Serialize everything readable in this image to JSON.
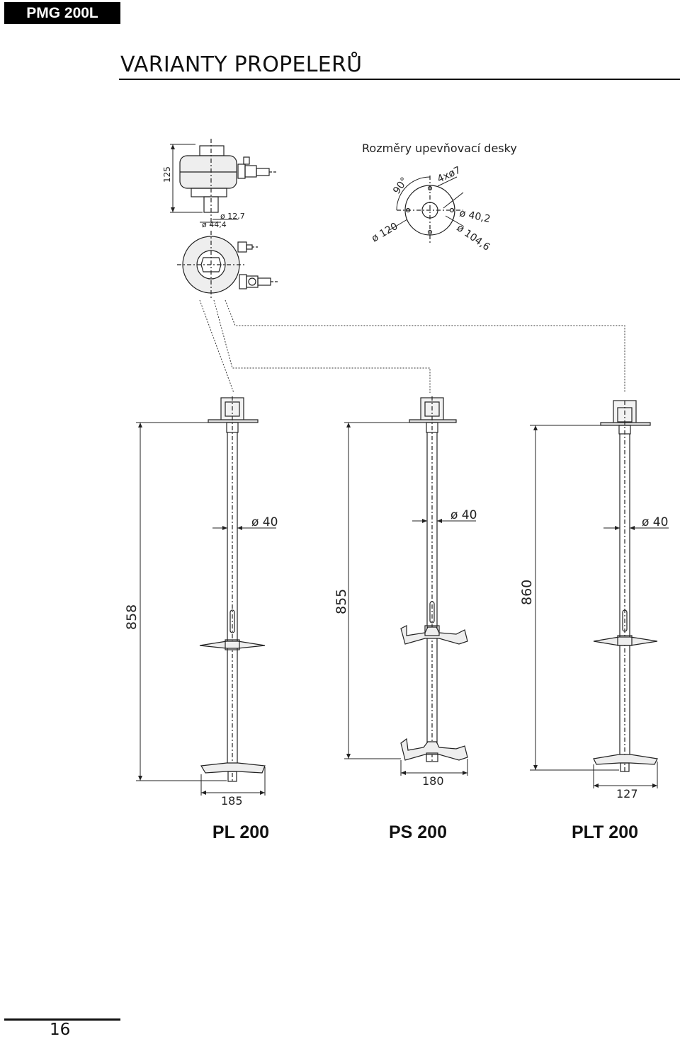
{
  "header": {
    "badge": "PMG 200L",
    "title": "VARIANTY PROPELERŮ"
  },
  "mount": {
    "height": "125",
    "d1": "ø 12,7",
    "d2": "ø 44,4"
  },
  "plate": {
    "title": "Rozměry upevňovací desky",
    "angle": "90°",
    "holes": "4xø7",
    "d_outer": "ø 120",
    "d_inner": "ø 40,2",
    "d_pitch": "ø 104,6"
  },
  "variants": [
    {
      "model": "PL 200",
      "length": "858",
      "shaft": "ø 40",
      "width": "185"
    },
    {
      "model": "PS 200",
      "length": "855",
      "shaft": "ø 40",
      "width": "180"
    },
    {
      "model": "PLT 200",
      "length": "860",
      "shaft": "ø 40",
      "width": "127"
    }
  ],
  "footer": {
    "page": "16"
  }
}
